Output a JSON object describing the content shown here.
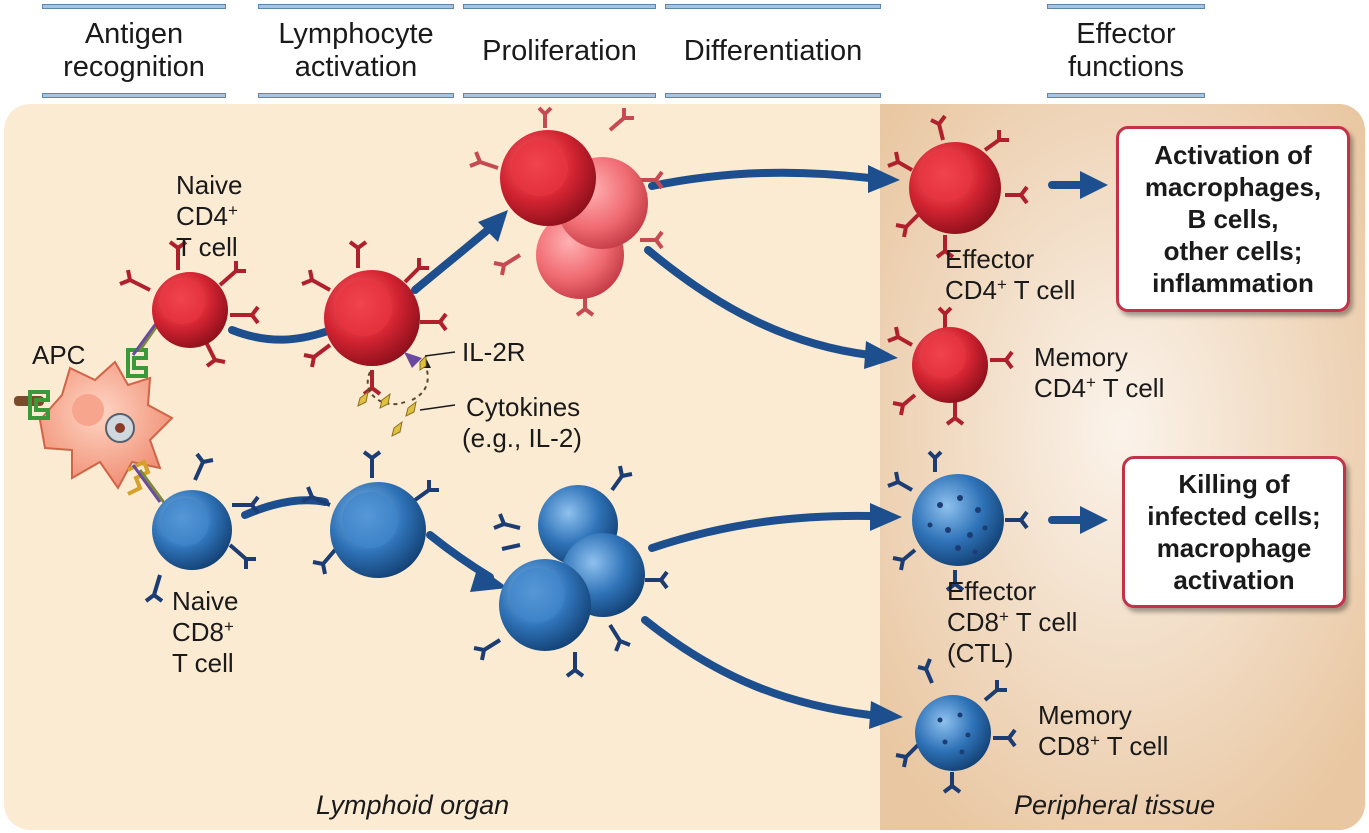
{
  "headers": {
    "antigen_recognition": [
      "Antigen",
      "recognition"
    ],
    "lymphocyte_activation": [
      "Lymphocyte",
      "activation"
    ],
    "proliferation": "Proliferation",
    "differentiation": "Differentiation",
    "effector_functions": [
      "Effector",
      "functions"
    ]
  },
  "labels": {
    "naive_cd4": [
      "Naive",
      "CD4",
      "+",
      "T cell"
    ],
    "apc": "APC",
    "naive_cd8": [
      "Naive",
      "CD8",
      "+",
      "T cell"
    ],
    "il2r": "IL-2R",
    "cytokines": [
      "Cytokines",
      "(e.g., IL-2)"
    ],
    "effector_cd4": [
      "Effector",
      "CD4",
      "+",
      " T cell"
    ],
    "memory_cd4": [
      "Memory",
      "CD4",
      "+",
      " T cell"
    ],
    "effector_cd8": [
      "Effector",
      "CD8",
      "+",
      " T cell",
      "(CTL)"
    ],
    "memory_cd8": [
      "Memory",
      "CD8",
      "+",
      " T cell"
    ]
  },
  "boxes": {
    "cd4_function": [
      "Activation of",
      "macrophages,",
      "B cells,",
      "other cells;",
      "inflammation"
    ],
    "cd8_function": [
      "Killing of",
      "infected cells;",
      "macrophage",
      "activation"
    ]
  },
  "regions": {
    "lymphoid": "Lymphoid organ",
    "peripheral": "Peripheral tissue"
  },
  "colors": {
    "lymphoid_bg": "#fcebd3",
    "peripheral_bg": "#eccdab",
    "cd4_cell": "#d42432",
    "cd8_cell": "#2f73b8",
    "arrow": "#1d4f8e",
    "box_border": "#c2334a",
    "header_bar": "#a9c4de"
  }
}
